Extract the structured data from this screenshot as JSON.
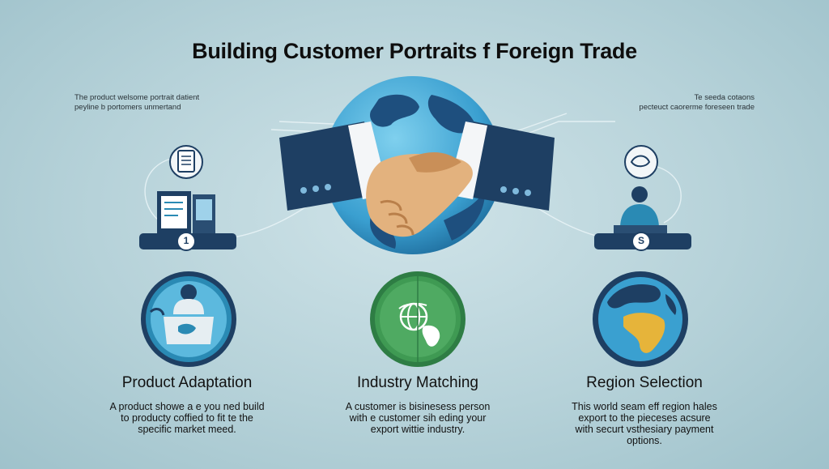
{
  "title": "Building Customer Portraits f Foreign Trade",
  "notes": {
    "left": [
      "The product welsome portrait datient",
      "peyline b portomers unmertand"
    ],
    "right": [
      "Te seeda cotaons",
      "pecteuct caorerme foreseen trade"
    ]
  },
  "steps": {
    "left_number": "1",
    "right_number": "S"
  },
  "columns": [
    {
      "label": "Product Adaptation",
      "description": [
        "A product showe a e you ned build",
        "to producty coffied to fit te the",
        "specific market meed."
      ]
    },
    {
      "label": "Industry Matching",
      "description": [
        "A customer is bisinesess person",
        "with e customer sih eding your",
        "export wittie industry."
      ]
    },
    {
      "label": "Region Selection",
      "description": [
        "This world seam eff region hales",
        "export to the pieceses acsure",
        "with securt vsthesiary payment",
        "options."
      ]
    }
  ],
  "colors": {
    "navy": "#1e3f63",
    "teal": "#2a8ab4",
    "green": "#3f9a53",
    "ocean": "#3aa0d0",
    "skin": "#e3b27e"
  },
  "icons": [
    "globe-handshake-icon",
    "document-device-icon",
    "person-desk-icon",
    "person-globe-icon",
    "globe-grid-icon",
    "world-map-icon"
  ]
}
